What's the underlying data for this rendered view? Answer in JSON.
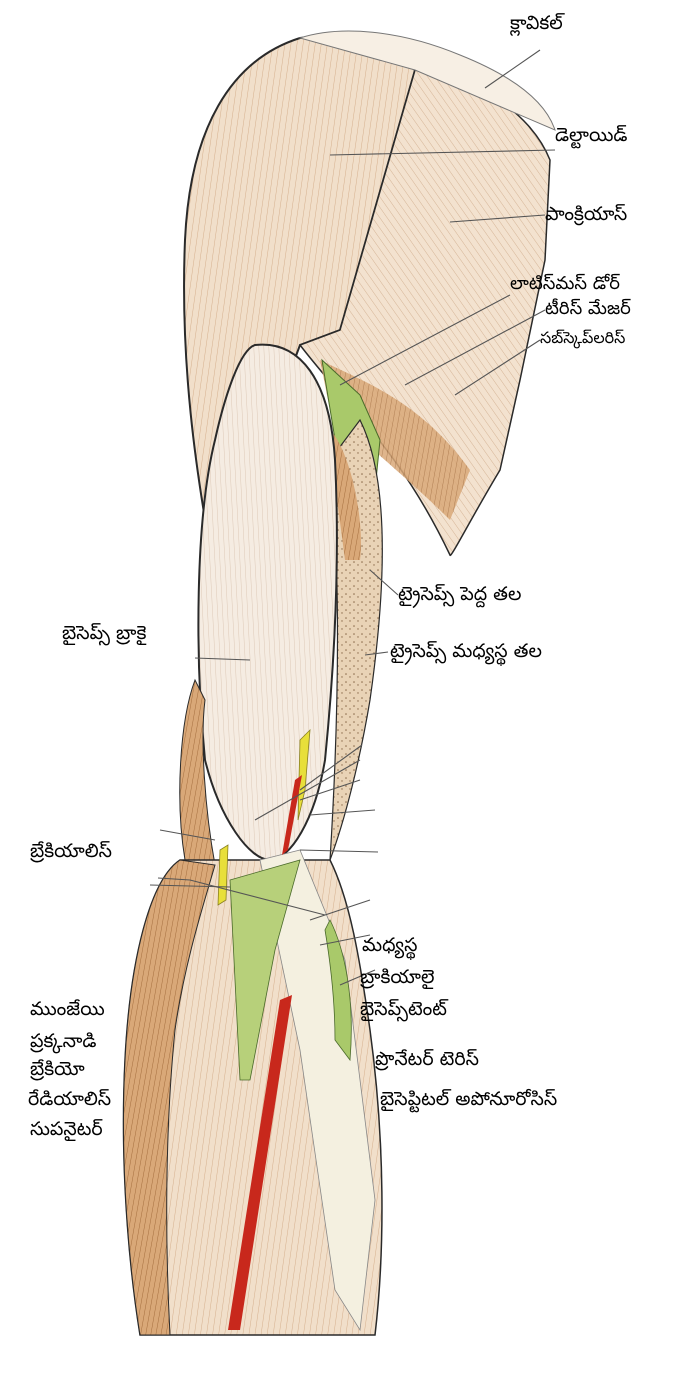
{
  "labels": {
    "clavicle": "క్లావికల్",
    "deltoid": "డెల్టాయిడ్",
    "pancreas": "పాంక్రియాస్",
    "latissimus_dorsi": "లాటిస్‌మస్ డోర్",
    "teres_major": "టీరిస్ మేజర్",
    "subscapularis": "సబ్‌స్కెప్‌లరిస్",
    "triceps_long_head": "ట్రైసెప్స్ పెద్ద తల",
    "triceps_medial_head": "ట్రైసెప్స్ మధ్యస్థ తల",
    "biceps_brachii": "బైసెప్స్ బ్రాకై",
    "brachialis": "బ్రేకియాలిస్",
    "medial": "మధ్యస్థ",
    "brachialis_2": "బ్రాకియాలై",
    "biceps_tendon": "బైసెప్స్‌టెంట్",
    "wrist": "ముంజేయి",
    "radial_nerve": "ప్రక్కనాడి",
    "brachio": "బ్రేకియో",
    "radialis": "రేడియాలిస్",
    "supinator": "సుపనైటర్",
    "pronator_teres": "ప్రొనేటర్ టెరిస్",
    "bicipital_aponeurosis": "బైసెప్టిటల్ అపోనూరోసిస్"
  },
  "colors": {
    "muscle_light": "#f2dcc4",
    "muscle_mid": "#e4b98f",
    "muscle_dark": "#b97a4a",
    "triceps_green": "#a9c96a",
    "nerve_yellow": "#e8df3a",
    "artery_red": "#c8281c",
    "tendon_pale": "#f4f0e0",
    "leader": "#555555"
  }
}
